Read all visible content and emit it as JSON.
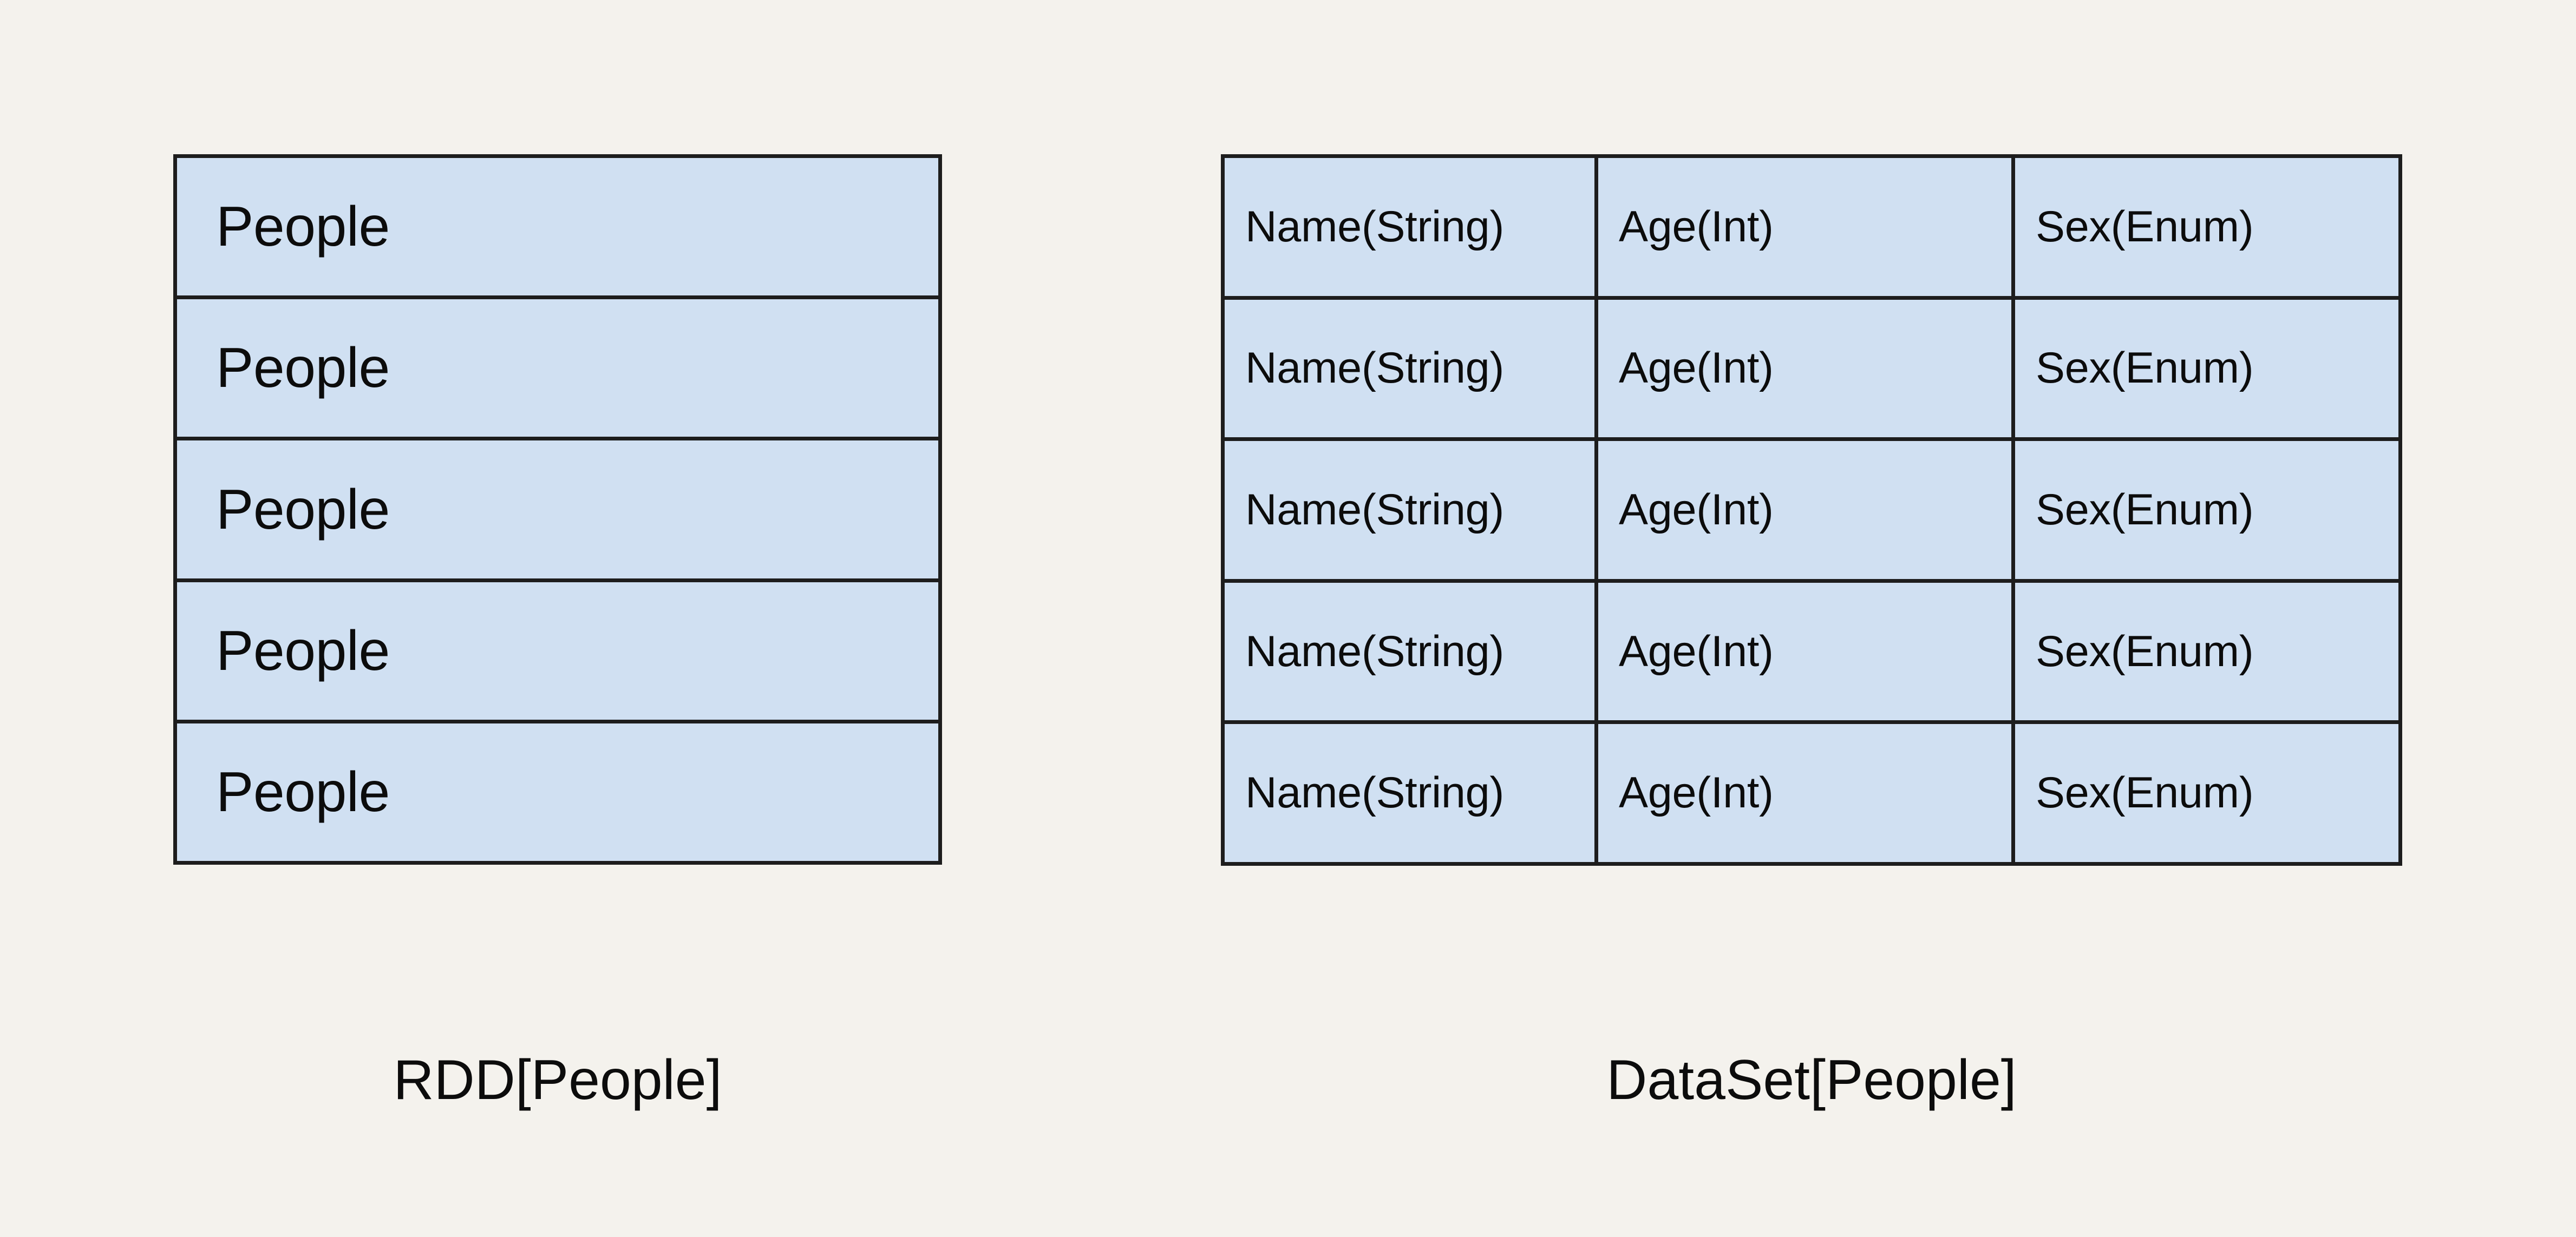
{
  "figure": {
    "background_color": "#F4F2ED",
    "cell_fill_color": "#D0E0F2",
    "border_color": "#1D1D1D",
    "text_color": "#0C0C0C"
  },
  "rdd": {
    "caption": "RDD[People]",
    "rows": [
      {
        "label": "People"
      },
      {
        "label": "People"
      },
      {
        "label": "People"
      },
      {
        "label": "People"
      },
      {
        "label": "People"
      }
    ]
  },
  "dataset": {
    "caption": "DataSet[People]",
    "rows": [
      {
        "cells": [
          "Name(String)",
          "Age(Int)",
          "Sex(Enum)"
        ]
      },
      {
        "cells": [
          "Name(String)",
          "Age(Int)",
          "Sex(Enum)"
        ]
      },
      {
        "cells": [
          "Name(String)",
          "Age(Int)",
          "Sex(Enum)"
        ]
      },
      {
        "cells": [
          "Name(String)",
          "Age(Int)",
          "Sex(Enum)"
        ]
      },
      {
        "cells": [
          "Name(String)",
          "Age(Int)",
          "Sex(Enum)"
        ]
      }
    ]
  }
}
